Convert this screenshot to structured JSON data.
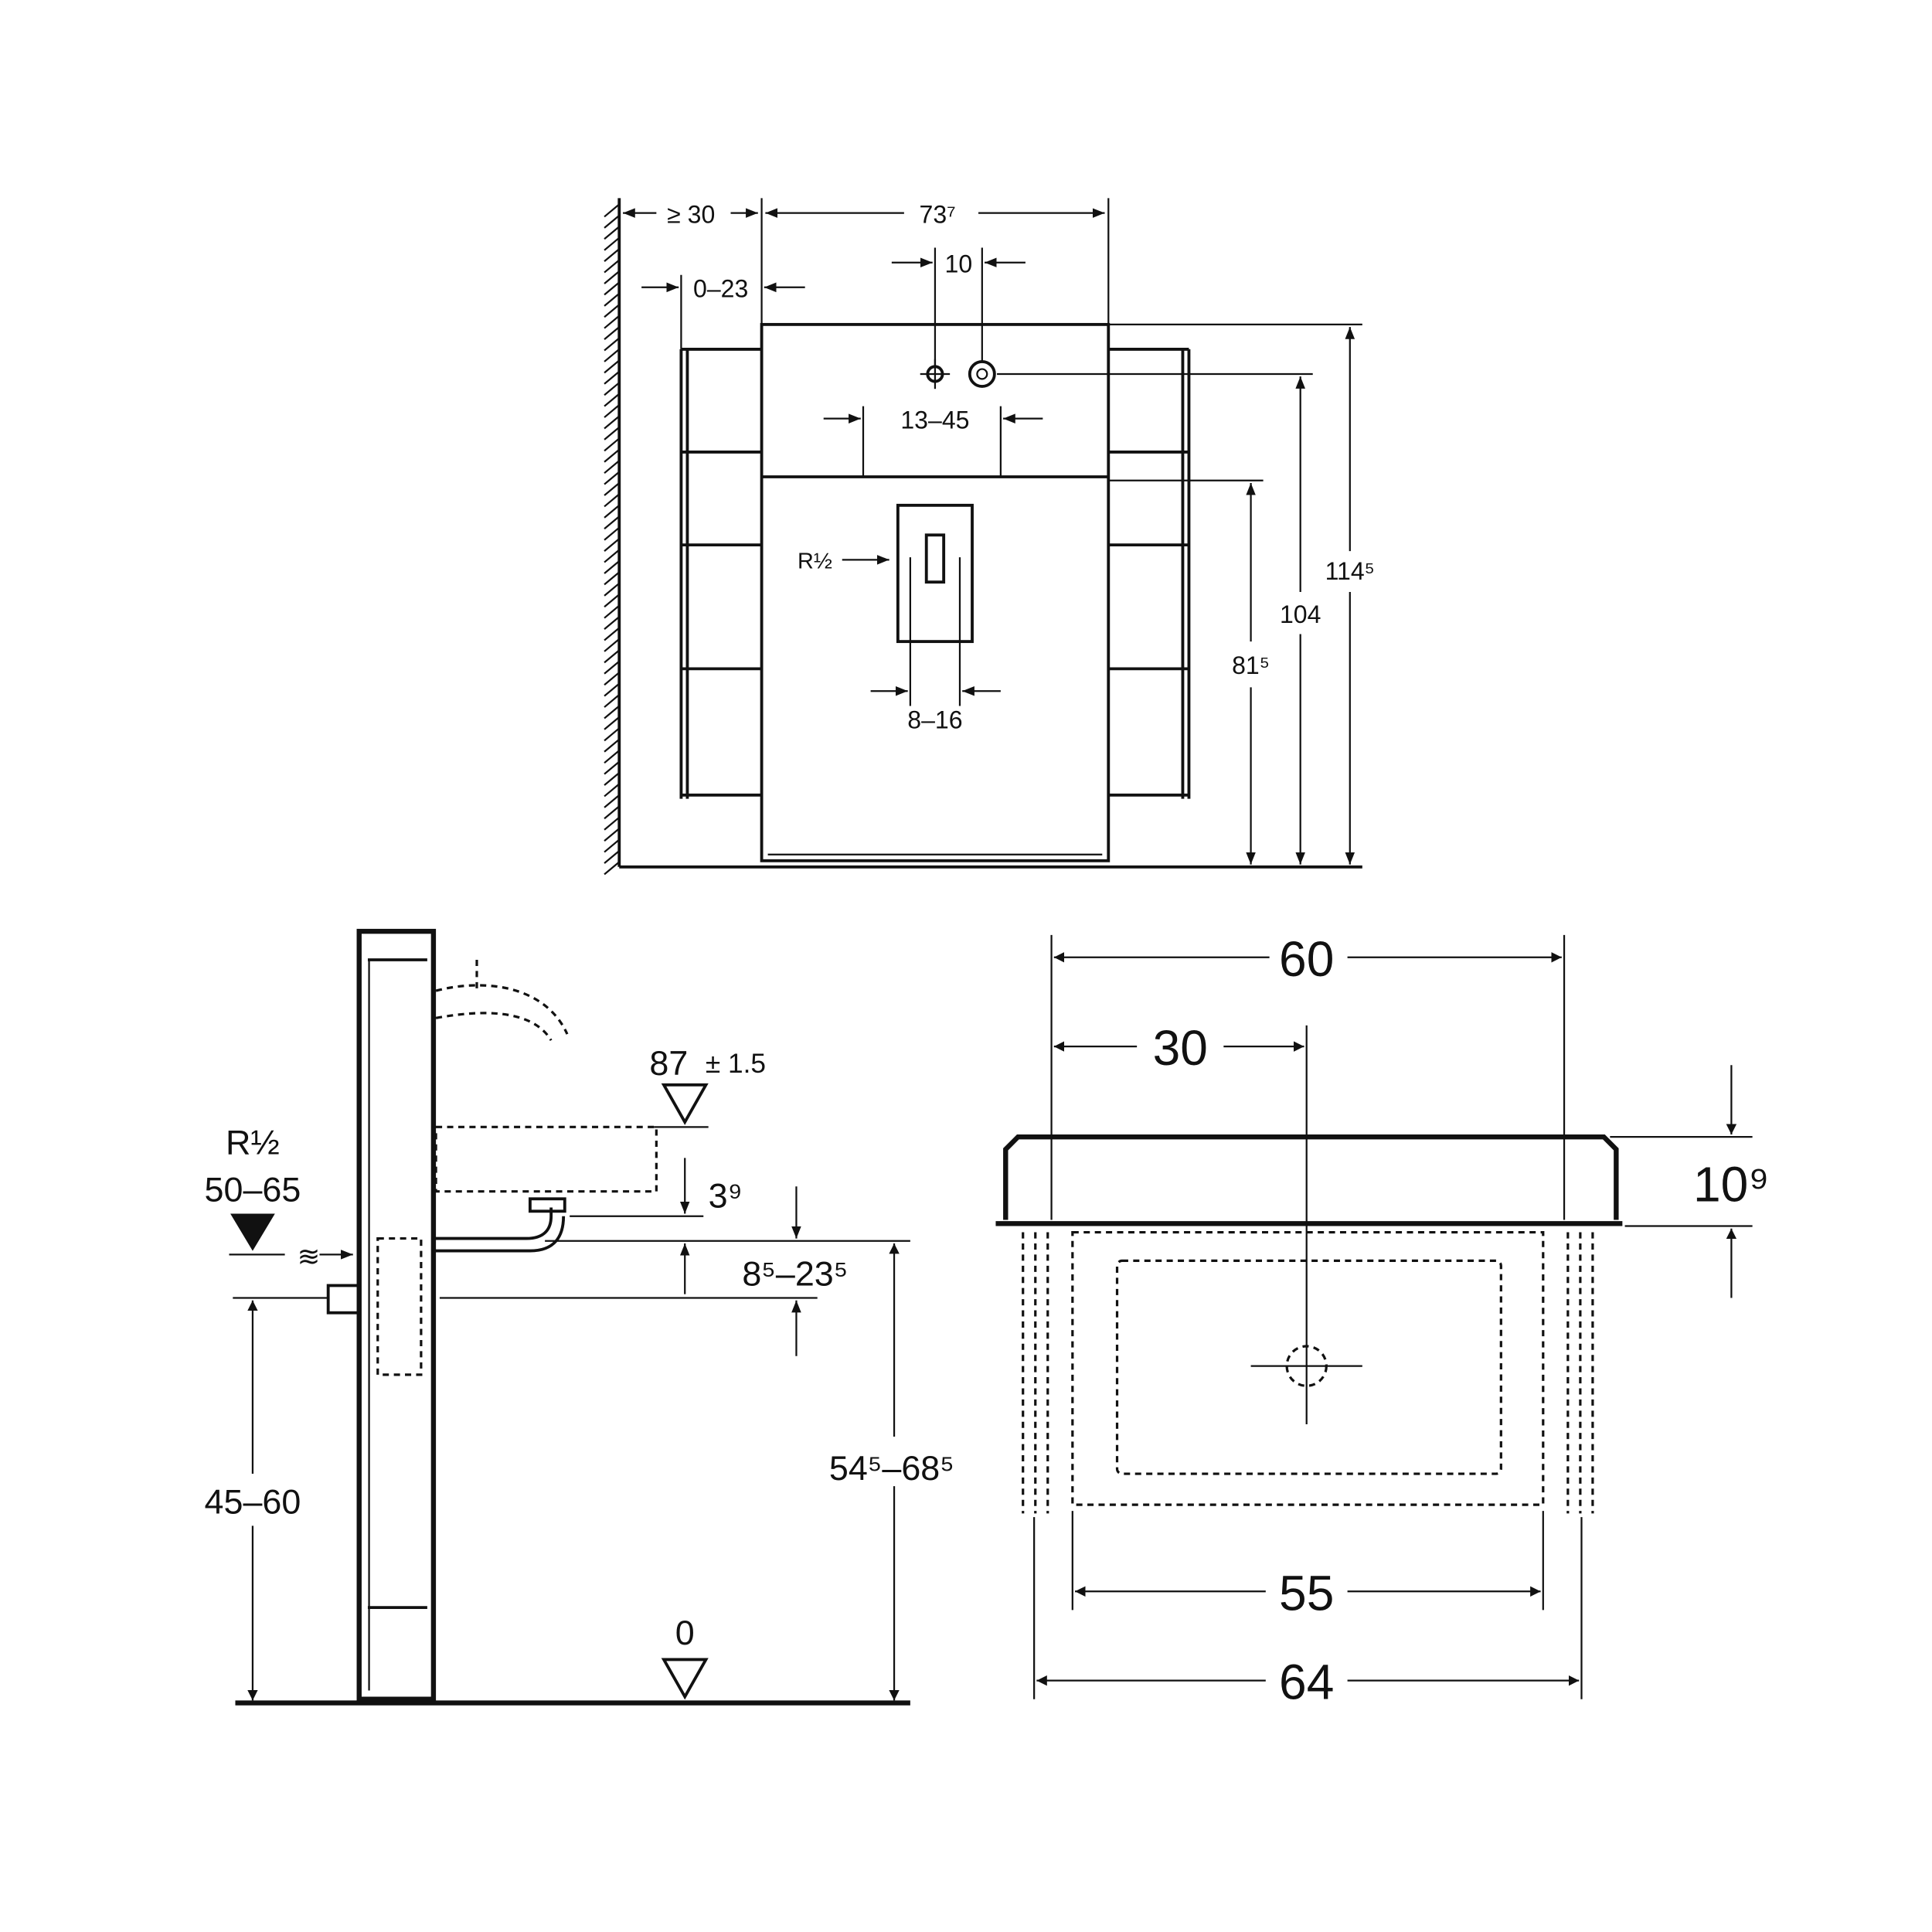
{
  "front_view": {
    "labels": {
      "wall_clearance": "≥ 30",
      "width": "73⁷",
      "rack_offset": "0–23",
      "tap_spacing": "10",
      "tap_range": "13–45",
      "connection": "R½",
      "drain_range": "8–16",
      "height_basin": "81⁵",
      "height_taps": "104",
      "height_total": "114⁵"
    }
  },
  "side_view": {
    "labels": {
      "rim_height": "87",
      "rim_tolerance": "± 1.5",
      "connection": "R½",
      "supply_range": "50–65",
      "drain_depth": "3⁹",
      "drain_offset": "8⁵–23⁵",
      "drain_height": "45–60",
      "panel_height": "54⁵–68⁵",
      "floor_level": "0"
    }
  },
  "top_view": {
    "labels": {
      "basin_width": "60",
      "basin_center": "30",
      "inner_width": "55",
      "outer_width": "64",
      "rim_thickness": "10⁹"
    }
  }
}
